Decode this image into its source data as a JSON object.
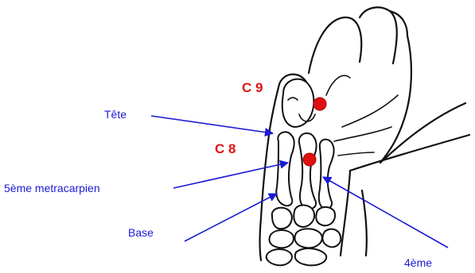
{
  "labels": {
    "tete": "Tête",
    "metacarpien": "5ème metracarpien",
    "base": "Base",
    "quatrieme": "4ème",
    "point_c9": "C 9",
    "point_c8": "C 8"
  },
  "colors": {
    "label_text": "#1a1ad6",
    "point_text": "#e01010",
    "point_dot": "#e01010",
    "outline": "#111111",
    "background": "#ffffff"
  }
}
